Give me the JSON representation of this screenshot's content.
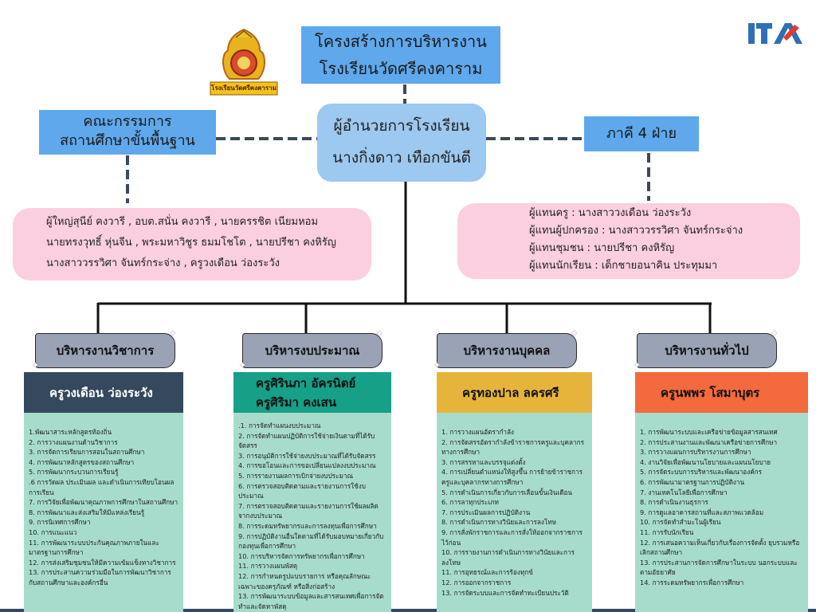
{
  "header": {
    "title_line1": "โครงสร้างการบริหารงาน",
    "title_line2": "โรงเรียนวัดศรีคงคาราม",
    "logo_caption": "โรงเรียนวัดศรีคงคาราม",
    "ita_logo": "ITA"
  },
  "committee": {
    "title_line1": "คณะกรรมการ",
    "title_line2": "สถานศึกษาขั้นพื้นฐาน",
    "members_lines": [
      "ผู้ใหญ่สุนีย์ คงวารี , อบต.สนั่น คงวารี , นายครรชิต เนียมหอม",
      "นายทรงวุทธิ์ หุ่นจีน , พระมหาวิชูร ธมมโชโต , นายปรีชา คงหิรัญ",
      "นางสาววรรวิศา จันทร์กระจ่าง , ครูวงเดือน ว่องระวัง"
    ]
  },
  "director": {
    "title": "ผู้อำนวยการโรงเรียน",
    "name": "นางกิ่งดาว เทือกขันตี"
  },
  "partners": {
    "title": "ภาคี 4 ฝ่าย",
    "lines": [
      "ผู้แทนครู : นางสาววงเดือน ว่องระวัง",
      "ผู้แทนผู้ปกครอง : นางสาววรรวิศา จันทร์กระจ่าง",
      "ผู้แทนชุมชน : นายปรีชา คงหิรัญ",
      "ผู้แทนนักเรียน : เด็กชายอนาคิน ประทุมมา"
    ]
  },
  "departments": [
    {
      "name": "บริหารงานวิชาการ",
      "head": [
        "ครูวงเดือน ว่องระวัง"
      ],
      "head_color": "#34495e",
      "head_text_color": "#ffffff",
      "tasks": [
        "1.พัฒนาสาระหลักสูตรท้องถิ่น",
        "2. การวางแผนงานด้านวิชาการ",
        "3. การจัดการเรียนการสอนในสถานศึกษา",
        "4. การพัฒนาหลักสูตรของสถานศึกษา",
        "5. การพัฒนากระบวนการเรียนรู้",
        ".6 การวัดผล ประเมินผล และดำเนินการเทียบโอนผลการเรียน",
        "7. การวิจัยเพื่อพัฒนาคุณภาพการศึกษาในสถานศึกษา",
        "8. การพัฒนาและส่งเสริมให้มีแหล่งเรียนรู้",
        "9. การนิเทศการศึกษา",
        "10. การแนะแนว",
        "11. การพัฒนาระบบประกันคุณภาพภายในและมาตรฐานการศึกษา",
        "12. การส่งเสริมชุมชนให้มีความเข้มแข็งทางวิชาการ",
        "13. การประสานความร่วมมือในการพัฒนาวิชาการกับสถานศึกษาและองค์กรอื่น"
      ]
    },
    {
      "name": "บริหารงบประมาณ",
      "head": [
        "ครูศิรินภา อัครนิตย์",
        "ครูศิริมา คงเสน"
      ],
      "head_color": "#15a087",
      "head_text_color": "#111111",
      "tasks": [
        ".1. การจัดทำแผนงบประมาณ",
        "2. การจัดทำแผนปฏิบัติการใช้จ่ายเงินตามที่ได้รับจัดสรร",
        "3. การอนุมัติการใช้จ่ายงบประมาณที่ได้รับจัดสรร",
        "4. การขอโอนและการขอเปลี่ยนแปลงงบประมาณ",
        "5. การรายงานผลการเบิกจ่ายงบประมาณ",
        "6. การตรวจสอบติดตามและรายงานการใช้งบประมาณ",
        "7. การตรวจสอบติดตามและรายงานการใช้ผลผลิตจากงบประมาณ",
        "8. การระดมทรัพยากรและการลงทุนเพื่อการศึกษา",
        "9. การปฏิบัติงานอื่นใดตามที่ได้รับมอบหมายเกี่ยวกับกองทุนเพื่อการศึกษา",
        "10. การบริหารจัดการทรัพยากรเพื่อการศึกษา",
        "11. การวางแผนพัสดุ",
        "12. การกำหนดรูปแบบรายการ หรือคุณลักษณะเฉพาะของครุภัณฑ์ หรือสิ่งก่อสร้าง",
        "13. การพัฒนาระบบข้อมูลและสารสนเทศเพื่อการจัดทำและจัดหาพัสดุ"
      ]
    },
    {
      "name": "บริหารงานบุคคล",
      "head": [
        "ครูทองปาล ลครศรี"
      ],
      "head_color": "#e7b43b",
      "head_text_color": "#111111",
      "tasks": [
        "1. การวางแผนอัตรากำลัง",
        "2. การจัดสรรอัตรากำลังข้าราชการครูและบุคลากรทางการศึกษา",
        "3. การสรรหาและบรรจุแต่งตั้ง",
        "4. การเปลี่ยนตำแหน่งให้สูงขึ้น การย้ายข้าราชการครูและบุคลากรทางการศึกษา",
        "5. การดำเนินการเกี่ยวกับการเลื่อนขั้นเงินเดือน",
        "6. การลาทุกประเภท",
        "7. การประเมินผลการปฏิบัติงาน",
        "8. การดำเนินการทางวินัยและการลงโทษ",
        "9. การสั่งพักราชการและการสั่งให้ออกจากราชการไว้ก่อน",
        "10. การรายงานการดำเนินการทางวินัยและการลงโทษ",
        "11. การอุทธรณ์และการร้องทุกข์",
        "12. การออกจากราชการ",
        "13. การจัดระบบและการจัดทำทะเบียนประวัติ"
      ]
    },
    {
      "name": "บริหารงานทั่วไป",
      "head": [
        "ครูนพพร โสมาบุตร"
      ],
      "head_color": "#f26a3d",
      "head_text_color": "#111111",
      "tasks": [
        "1. การพัฒนาระบบและเครือข่ายข้อมูลสารสนเทศ",
        "2. การประสานงานและพัฒนาเครือข่ายการศึกษา",
        "3. การวางแผนการบริหารงานการศึกษา",
        "4. งานวิจัยเพื่อพัฒนานโยบายและแผนนโยบาย",
        "5. การจัดระบบการบริหารและพัฒนาองค์กร",
        "6. การพัฒนามาตรฐานการปฏิบัติงาน",
        "7. งานเทคโนโลยีเพื่อการศึกษา",
        "8. การดำเนินงานธุรการ",
        "9. การดูแลอาคารสถานที่และสภาพแวดล้อม",
        "10. การจัดทำสำมะโนผู้เรียน",
        "11. การรับนักเรียน",
        "12. การเสนอความเห็นเกี่ยวกับเรื่องการจัดตั้ง ยุบรวมหรือเลิกสถานศึกษา",
        "13. การประสานการจัดการศึกษาในระบบ นอกระบบและตามอัธยาศัย",
        "14. การระดมทรัพยากรเพื่อการศึกษา"
      ]
    }
  ],
  "colors": {
    "blue_header": "#5fa8ec",
    "center_box": "#9dc8ef",
    "pink": "#fbcfe0",
    "list_bg": "#a7dccc",
    "dept_tab": "#9aa2b6"
  }
}
